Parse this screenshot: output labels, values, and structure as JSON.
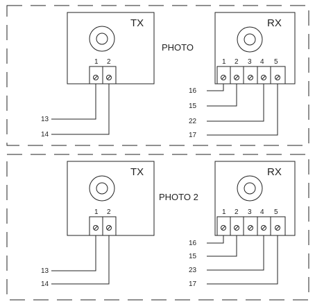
{
  "panels": [
    {
      "label": "PHOTO",
      "tx": {
        "title": "TX",
        "terminals": [
          "1",
          "2"
        ],
        "wires": [
          "13",
          "14"
        ]
      },
      "rx": {
        "title": "RX",
        "terminals": [
          "1",
          "2",
          "3",
          "4",
          "5"
        ],
        "wires": [
          "16",
          "15",
          "22",
          "17"
        ]
      }
    },
    {
      "label": "PHOTO 2",
      "tx": {
        "title": "TX",
        "terminals": [
          "1",
          "2"
        ],
        "wires": [
          "13",
          "14"
        ]
      },
      "rx": {
        "title": "RX",
        "terminals": [
          "1",
          "2",
          "3",
          "4",
          "5"
        ],
        "wires": [
          "16",
          "15",
          "23",
          "17"
        ]
      }
    }
  ]
}
